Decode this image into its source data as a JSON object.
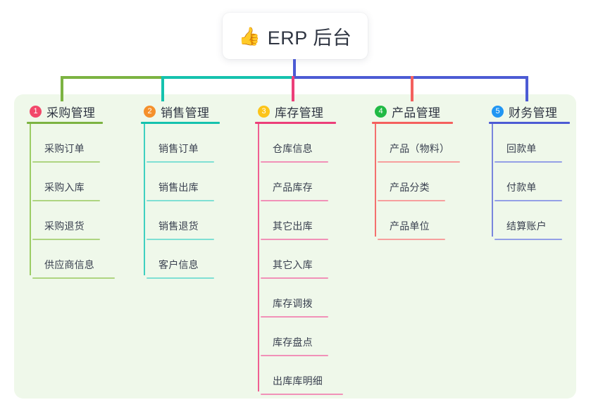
{
  "root": {
    "icon": "thumbs-up-icon",
    "emoji": "👍",
    "title": "ERP 后台"
  },
  "palette": {
    "panel_bg": "#eff8ea",
    "page_bg": "#ffffff",
    "text": "#2f3542",
    "leaf_text": "#3a4150",
    "bar_green": "#7cb342",
    "bar_teal": "#15c2ae",
    "bar_blue": "#4c5bd4",
    "drop_green": "#7cb342",
    "drop_teal": "#15c2ae",
    "drop_pink": "#ec3f79",
    "drop_red": "#f4605e",
    "drop_blue": "#4c5bd4"
  },
  "columns": [
    {
      "index": "1",
      "title": "采购管理",
      "badge_color": "#f2486a",
      "rule_color": "#7cb342",
      "spine_color": "#9ccc65",
      "leaf_rule_color": "#aed581",
      "drop_color": "#7cb342",
      "items": [
        {
          "label": "采购订单"
        },
        {
          "label": "采购入库"
        },
        {
          "label": "采购退货"
        },
        {
          "label": "供应商信息"
        }
      ]
    },
    {
      "index": "2",
      "title": "销售管理",
      "badge_color": "#f5902b",
      "rule_color": "#15c2ae",
      "spine_color": "#3fd0c0",
      "leaf_rule_color": "#7fe0d4",
      "drop_color": "#15c2ae",
      "items": [
        {
          "label": "销售订单"
        },
        {
          "label": "销售出库"
        },
        {
          "label": "销售退货"
        },
        {
          "label": "客户信息"
        }
      ]
    },
    {
      "index": "3",
      "title": "库存管理",
      "badge_color": "#fcc419",
      "rule_color": "#ec3f79",
      "spine_color": "#ef5f92",
      "leaf_rule_color": "#f191b8",
      "drop_color": "#ec3f79",
      "items": [
        {
          "label": "仓库信息"
        },
        {
          "label": "产品库存"
        },
        {
          "label": "其它出库"
        },
        {
          "label": "其它入库"
        },
        {
          "label": "库存调拨"
        },
        {
          "label": "库存盘点"
        },
        {
          "label": "出库库明细"
        }
      ]
    },
    {
      "index": "4",
      "title": "产品管理",
      "badge_color": "#21ba45",
      "rule_color": "#f4605e",
      "spine_color": "#f4706e",
      "leaf_rule_color": "#f79f9d",
      "drop_color": "#f4605e",
      "items": [
        {
          "label": "产品（物料）"
        },
        {
          "label": "产品分类"
        },
        {
          "label": "产品单位"
        }
      ]
    },
    {
      "index": "5",
      "title": "财务管理",
      "badge_color": "#2196f3",
      "rule_color": "#4c5bd4",
      "spine_color": "#7a86dd",
      "leaf_rule_color": "#94a0e6",
      "drop_color": "#4c5bd4",
      "items": [
        {
          "label": "回款单"
        },
        {
          "label": "付款单"
        },
        {
          "label": "结算账户"
        }
      ]
    }
  ]
}
